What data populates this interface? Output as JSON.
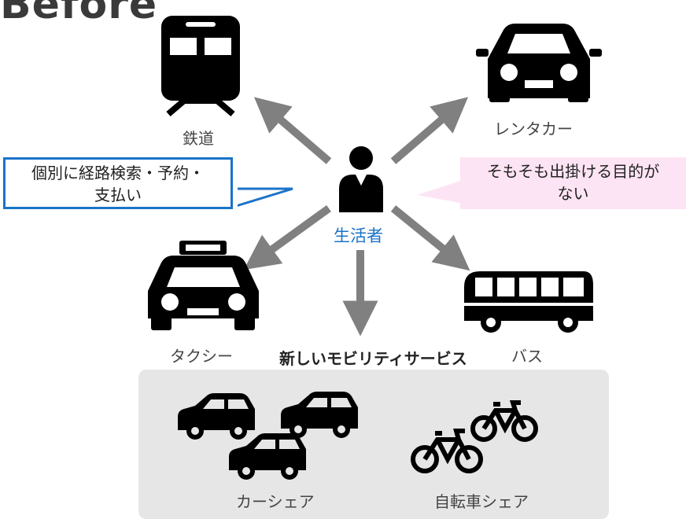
{
  "title": "Before",
  "center": {
    "label": "生活者"
  },
  "modes": {
    "rail": {
      "label": "鉄道",
      "icon": "train-icon"
    },
    "rental_car": {
      "label": "レンタカー",
      "icon": "car-icon"
    },
    "taxi": {
      "label": "タクシー",
      "icon": "taxi-icon"
    },
    "bus": {
      "label": "バス",
      "icon": "bus-icon"
    }
  },
  "new_services": {
    "label": "新しいモビリティサービス",
    "car_share": {
      "label": "カーシェア",
      "icon": "car-icon"
    },
    "bike_share": {
      "label": "自転車シェア",
      "icon": "bicycle-icon"
    }
  },
  "callouts": {
    "left": {
      "line1": "個別に経路検索・予約・",
      "line2": "支払い",
      "border": "#1a73c8"
    },
    "right": {
      "line1": "そもそも出掛ける目的が",
      "line2": "ない",
      "background": "#fde4f4"
    }
  },
  "colors": {
    "arrow": "#808080",
    "icon": "#000000",
    "accent": "#1a73c8"
  }
}
